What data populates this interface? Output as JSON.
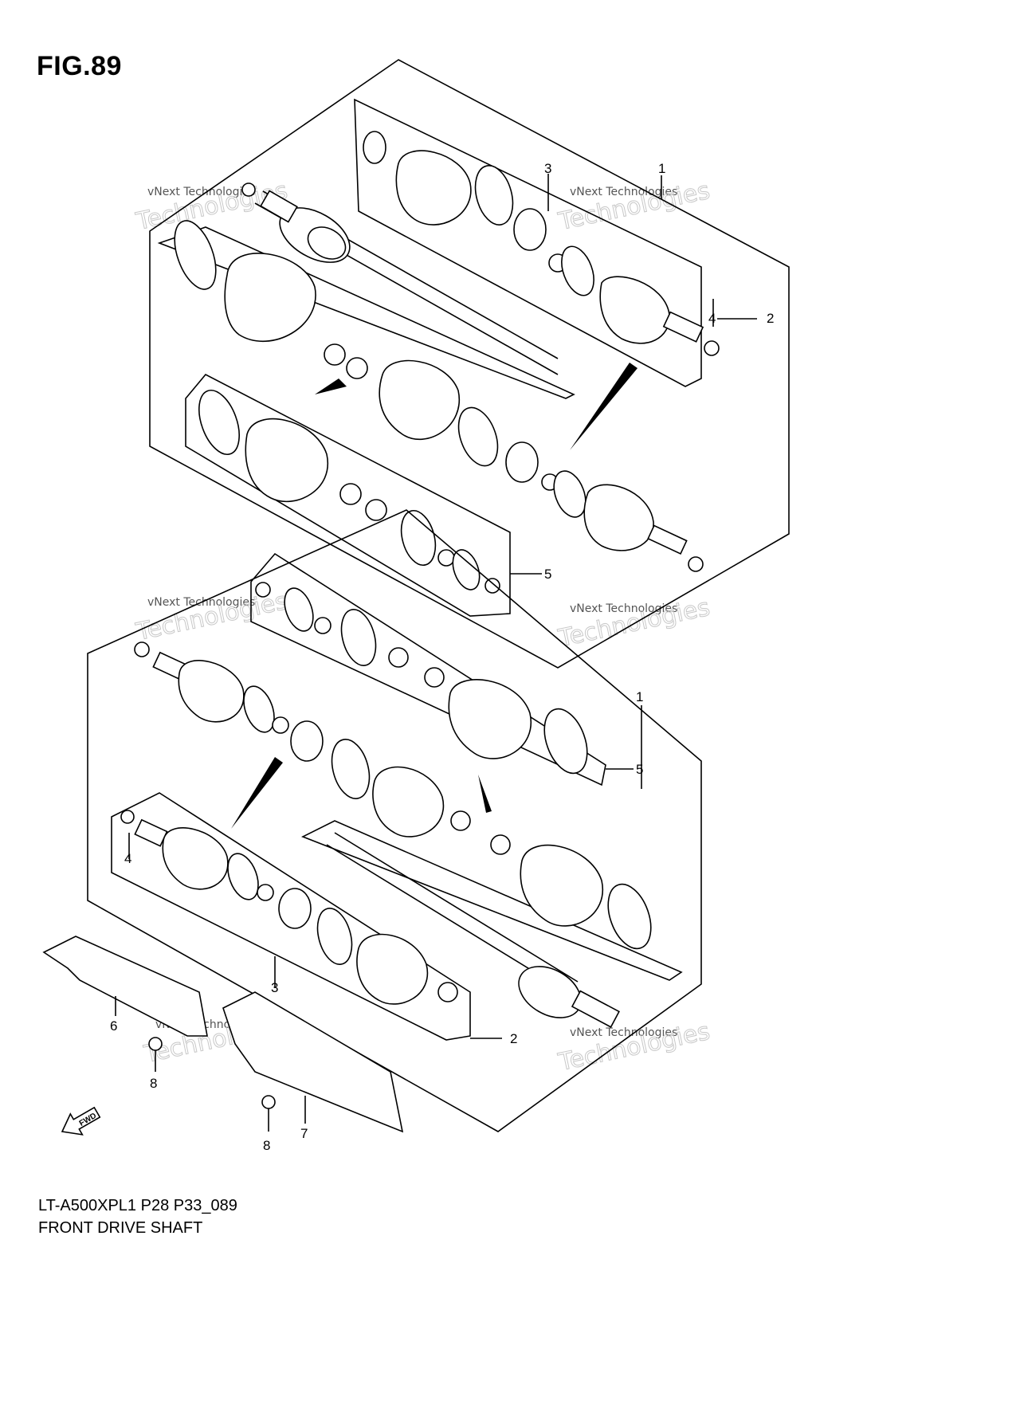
{
  "figure": {
    "title": "FIG.89",
    "model_code": "LT-A500XPL1 P28 P33_089",
    "description": "FRONT DRIVE SHAFT"
  },
  "watermark": {
    "line1": "vNext Technologies",
    "line2": "vNext",
    "line3": "Technologies"
  },
  "fwd_label": "FWD",
  "callouts": [
    {
      "id": "1",
      "label": "1"
    },
    {
      "id": "2",
      "label": "2"
    },
    {
      "id": "3",
      "label": "3"
    },
    {
      "id": "4",
      "label": "4"
    },
    {
      "id": "5",
      "label": "5"
    },
    {
      "id": "6",
      "label": "6"
    },
    {
      "id": "7",
      "label": "7"
    },
    {
      "id": "8",
      "label": "8"
    }
  ]
}
